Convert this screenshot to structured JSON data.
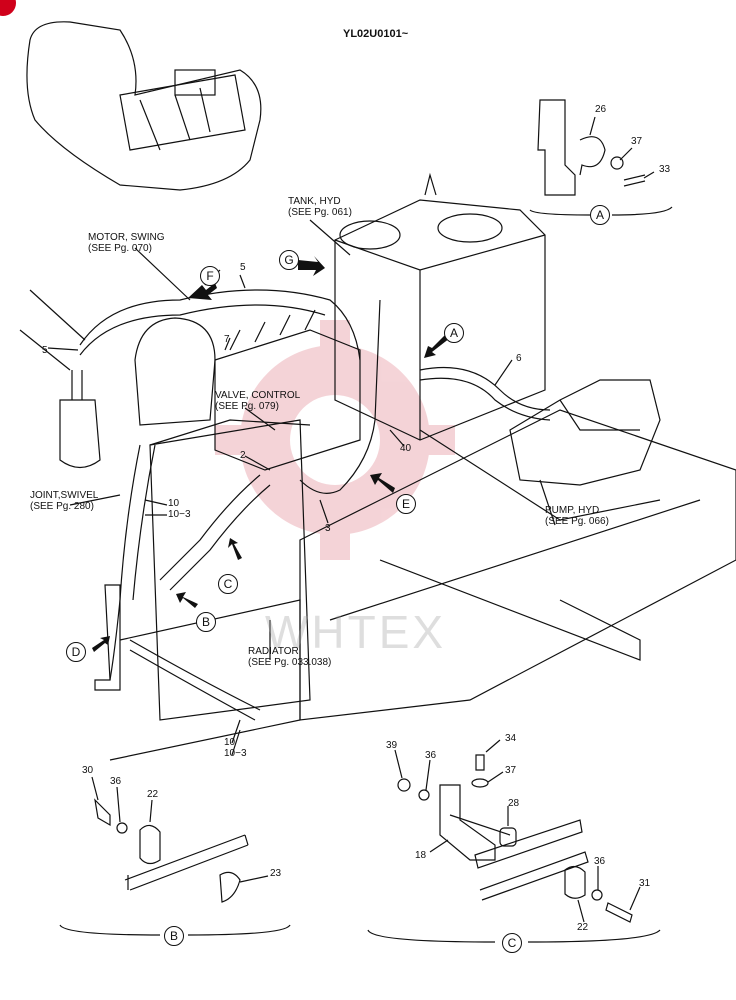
{
  "header": {
    "code": "YL02U0101~"
  },
  "watermark": {
    "text": "WHTEX",
    "color": "#e8a0a8"
  },
  "accent": {
    "corner_color": "#d0011b",
    "line_color": "#111111"
  },
  "callouts": {
    "tank": {
      "l1": "TANK, HYD",
      "l2": "(SEE Pg. 061)"
    },
    "motor": {
      "l1": "MOTOR, SWING",
      "l2": "(SEE Pg. 070)"
    },
    "valve": {
      "l1": "VALVE, CONTROL",
      "l2": "(SEE Pg. 079)"
    },
    "joint": {
      "l1": "JOINT,SWIVEL",
      "l2": "(SEE Pg. 280)"
    },
    "pump": {
      "l1": "PUMP, HYD",
      "l2": "(SEE Pg. 066)"
    },
    "radiator": {
      "l1": "RADIATOR",
      "l2": "(SEE Pg. 033.038)"
    }
  },
  "view_letters": {
    "A": "A",
    "B": "B",
    "C": "C",
    "D": "D",
    "E": "E",
    "F": "F",
    "G": "G"
  },
  "parts": {
    "p2": "2",
    "p3": "3",
    "p5a": "5",
    "p5b": "5",
    "p6": "6",
    "p7": "7",
    "p10a": "10",
    "p10_3a": "10−3",
    "p10b": "10",
    "p10_3b": "10−3",
    "p40": "40",
    "p26": "26",
    "p37a": "37",
    "p33": "33",
    "p30": "30",
    "p36a": "36",
    "p22a": "22",
    "p23": "23",
    "p39": "39",
    "p36b": "36",
    "p34": "34",
    "p37b": "37",
    "p28": "28",
    "p18": "18",
    "p36c": "36",
    "p31": "31",
    "p22b": "22"
  }
}
